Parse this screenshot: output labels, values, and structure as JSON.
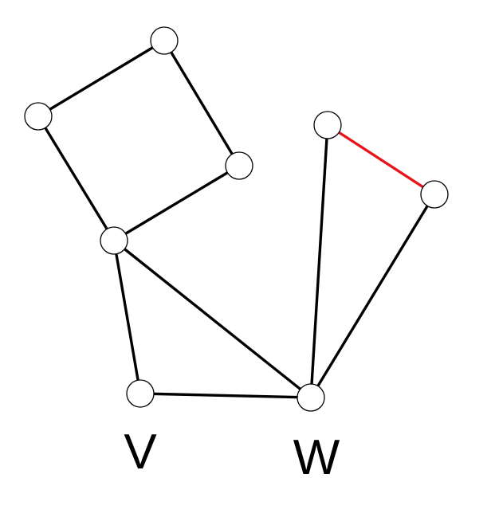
{
  "colors": {
    "edge_default": "#000000",
    "edge_highlight": "#e8141c",
    "node_fill": "#ffffff",
    "node_stroke": "#000000"
  },
  "graph": {
    "nodes": [
      {
        "id": "n_top"
      },
      {
        "id": "n_left"
      },
      {
        "id": "n_right_square"
      },
      {
        "id": "n_center"
      },
      {
        "id": "v",
        "label": "V"
      },
      {
        "id": "w",
        "label": "W"
      },
      {
        "id": "n_upper_mid"
      },
      {
        "id": "n_far_right"
      }
    ],
    "edges": [
      {
        "from": "n_left",
        "to": "n_top"
      },
      {
        "from": "n_top",
        "to": "n_right_square"
      },
      {
        "from": "n_right_square",
        "to": "n_center"
      },
      {
        "from": "n_left",
        "to": "n_center"
      },
      {
        "from": "n_center",
        "to": "v"
      },
      {
        "from": "n_center",
        "to": "w"
      },
      {
        "from": "v",
        "to": "w"
      },
      {
        "from": "w",
        "to": "n_upper_mid"
      },
      {
        "from": "w",
        "to": "n_far_right"
      },
      {
        "from": "n_upper_mid",
        "to": "n_far_right",
        "highlight": true
      }
    ]
  }
}
